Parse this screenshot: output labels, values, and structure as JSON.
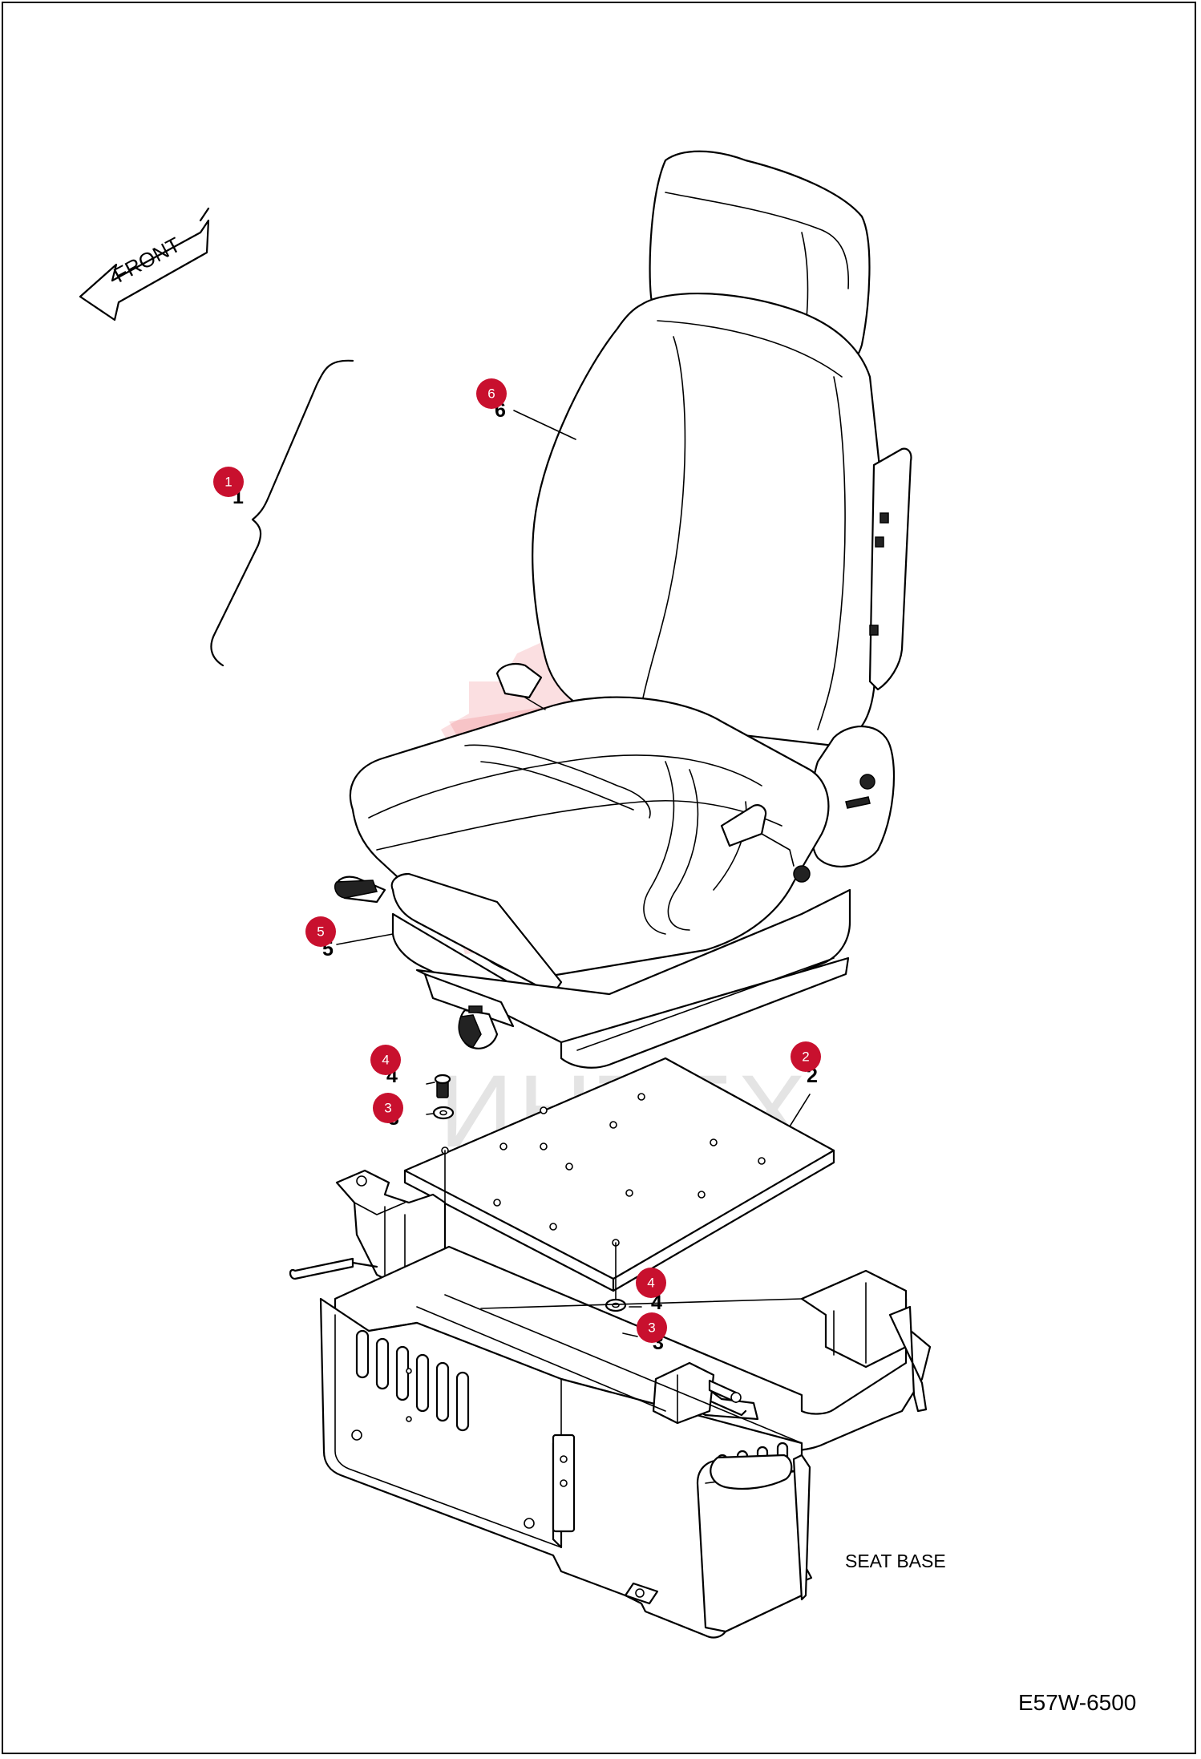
{
  "labels": {
    "front": "FRONT",
    "seat_base": "SEAT BASE",
    "drawing_code": "E57W-6500",
    "watermark": "ИНТЕХ"
  },
  "callouts": [
    {
      "id": "1"
    },
    {
      "id": "6"
    },
    {
      "id": "5"
    },
    {
      "id": "2"
    },
    {
      "id": "4"
    },
    {
      "id": "3"
    },
    {
      "id": "4"
    },
    {
      "id": "3"
    }
  ],
  "colors": {
    "callout": "#c8102e",
    "watermark": "#e63b46"
  }
}
